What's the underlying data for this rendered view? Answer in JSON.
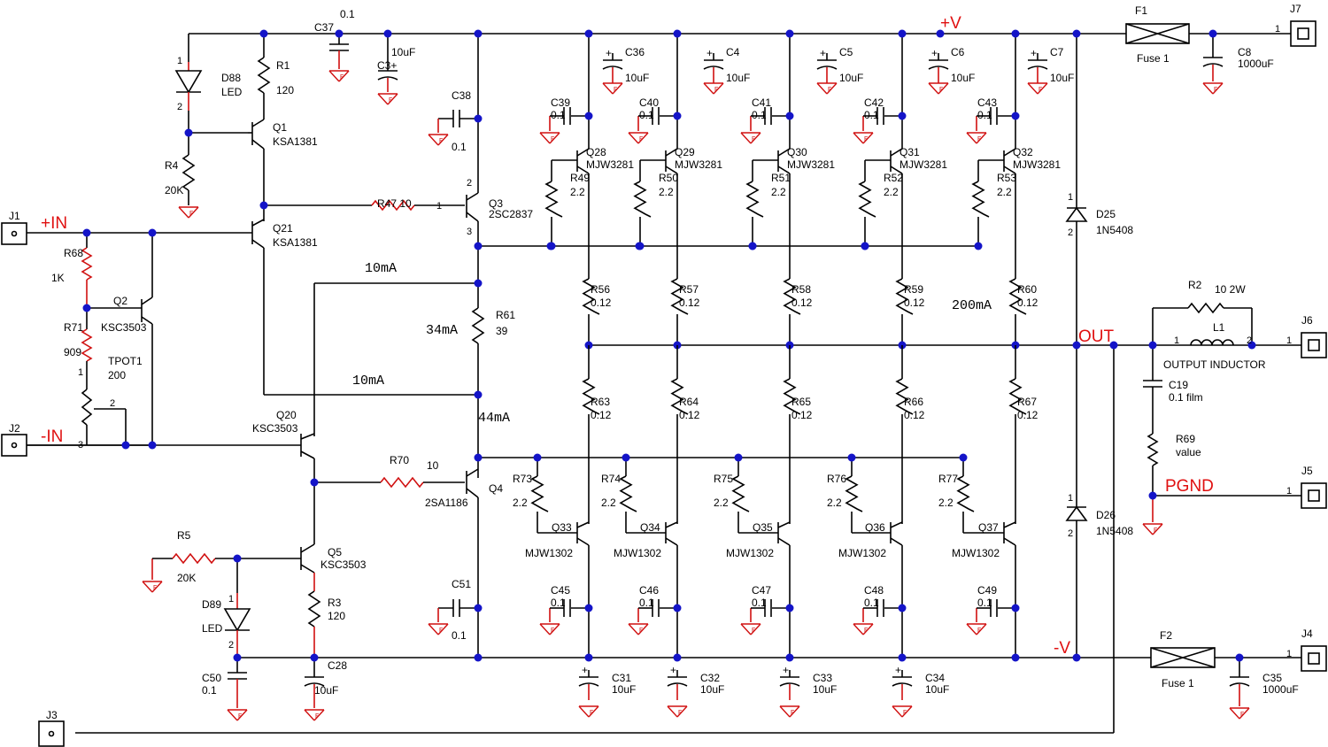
{
  "nets": {
    "vpos": "+V",
    "vneg": "-V",
    "out": "OUT",
    "inp": "+IN",
    "inn": "-IN",
    "pgnd": "PGND"
  },
  "annotations": {
    "a1": "10mA",
    "a2": "34mA",
    "a3": "10mA",
    "a4": "44mA",
    "a5": "200mA"
  },
  "connectors": {
    "j1": "J1",
    "j2": "J2",
    "j3": "J3",
    "j4": "J4",
    "j5": "J5",
    "j6": "J6",
    "j7": "J7"
  },
  "components": {
    "d88": {
      "ref": "D88",
      "val": "LED"
    },
    "r1": {
      "ref": "R1",
      "val": "120"
    },
    "c37": {
      "ref": "C37",
      "val": "0.1"
    },
    "c3": {
      "ref": "C3+",
      "val": "10uF"
    },
    "q1": {
      "ref": "Q1",
      "val": "KSA1381"
    },
    "r4": {
      "ref": "R4",
      "val": "20K"
    },
    "q21": {
      "ref": "Q21",
      "val": "KSA1381"
    },
    "c38": {
      "ref": "C38",
      "val": "0.1"
    },
    "r47": {
      "ref": "R47 10"
    },
    "q3": {
      "ref": "Q3",
      "val": "2SC2837"
    },
    "r68": {
      "ref": "R68",
      "val": "1K"
    },
    "q2": {
      "ref": "Q2",
      "val": "KSC3503"
    },
    "r71": {
      "ref": "R71",
      "val": "909"
    },
    "tpot1": {
      "ref": "TPOT1",
      "val": "200"
    },
    "r61": {
      "ref": "R61",
      "val": "39"
    },
    "q20": {
      "ref": "Q20",
      "val": "KSC3503"
    },
    "r70": {
      "ref": "R70",
      "val": "10"
    },
    "q4": {
      "ref": "Q4",
      "val": "2SA1186"
    },
    "r5": {
      "ref": "R5",
      "val": "20K"
    },
    "q5": {
      "ref": "Q5",
      "val": "KSC3503"
    },
    "d89": {
      "ref": "D89",
      "val": "LED"
    },
    "r3": {
      "ref": "R3",
      "val": "120"
    },
    "c50": {
      "ref": "C50",
      "val": "0.1"
    },
    "c28": {
      "ref": "C28",
      "val": "10uF"
    },
    "c51": {
      "ref": "C51",
      "val": "0.1"
    },
    "f1": {
      "ref": "F1",
      "val": "Fuse 1"
    },
    "f2": {
      "ref": "F2",
      "val": "Fuse 1"
    },
    "c8": {
      "ref": "C8",
      "val": "1000uF"
    },
    "c35": {
      "ref": "C35",
      "val": "1000uF"
    },
    "d25": {
      "ref": "D25",
      "val": "1N5408"
    },
    "d26": {
      "ref": "D26",
      "val": "1N5408"
    },
    "r2": {
      "ref": "R2",
      "val": "10 2W"
    },
    "l1": {
      "ref": "L1",
      "val": "OUTPUT INDUCTOR"
    },
    "c19": {
      "ref": "C19",
      "val": "0.1 film"
    },
    "r69": {
      "ref": "R69",
      "val": "value"
    }
  },
  "upper_stage": [
    {
      "q": "Q28",
      "qv": "MJW3281",
      "rb": "R49",
      "rbv": "2.2",
      "re": "R56",
      "rev": "0.12",
      "cd": "C39",
      "cdv": "0.1",
      "cb": "C36",
      "cbv": "10uF"
    },
    {
      "q": "Q29",
      "qv": "MJW3281",
      "rb": "R50",
      "rbv": "2.2",
      "re": "R57",
      "rev": "0.12",
      "cd": "C40",
      "cdv": "0.1",
      "cb": "C4",
      "cbv": "10uF"
    },
    {
      "q": "Q30",
      "qv": "MJW3281",
      "rb": "R51",
      "rbv": "2.2",
      "re": "R58",
      "rev": "0.12",
      "cd": "C41",
      "cdv": "0.1",
      "cb": "C5",
      "cbv": "10uF"
    },
    {
      "q": "Q31",
      "qv": "MJW3281",
      "rb": "R52",
      "rbv": "2.2",
      "re": "R59",
      "rev": "0.12",
      "cd": "C42",
      "cdv": "0.1",
      "cb": "C6",
      "cbv": "10uF"
    },
    {
      "q": "Q32",
      "qv": "MJW3281",
      "rb": "R53",
      "rbv": "2.2",
      "re": "R60",
      "rev": "0.12",
      "cd": "C43",
      "cdv": "0.1",
      "cb": "C7",
      "cbv": "10uF"
    }
  ],
  "lower_stage": [
    {
      "q": "Q33",
      "qv": "MJW1302",
      "rb": "R73",
      "rbv": "2.2",
      "re": "R63",
      "rev": "0.12",
      "cd": "C45",
      "cdv": "0.1",
      "cb": "C31",
      "cbv": "10uF"
    },
    {
      "q": "Q34",
      "qv": "MJW1302",
      "rb": "R74",
      "rbv": "2.2",
      "re": "R64",
      "rev": "0.12",
      "cd": "C46",
      "cdv": "0.1",
      "cb": "C32",
      "cbv": "10uF"
    },
    {
      "q": "Q35",
      "qv": "MJW1302",
      "rb": "R75",
      "rbv": "2.2",
      "re": "R65",
      "rev": "0.12",
      "cd": "C47",
      "cdv": "0.1",
      "cb": "C33",
      "cbv": "10uF"
    },
    {
      "q": "Q36",
      "qv": "MJW1302",
      "rb": "R76",
      "rbv": "2.2",
      "re": "R66",
      "rev": "0.12",
      "cd": "C48",
      "cdv": "0.1",
      "cb": "C34",
      "cbv": "10uF"
    },
    {
      "q": "Q37",
      "qv": "MJW1302",
      "rb": "R77",
      "rbv": "2.2",
      "re": "R67",
      "rev": "0.12",
      "cd": "C49",
      "cdv": "0.1"
    }
  ],
  "pins": {
    "p1": "1",
    "p2": "2",
    "p3": "3"
  },
  "ground_tag": "F"
}
